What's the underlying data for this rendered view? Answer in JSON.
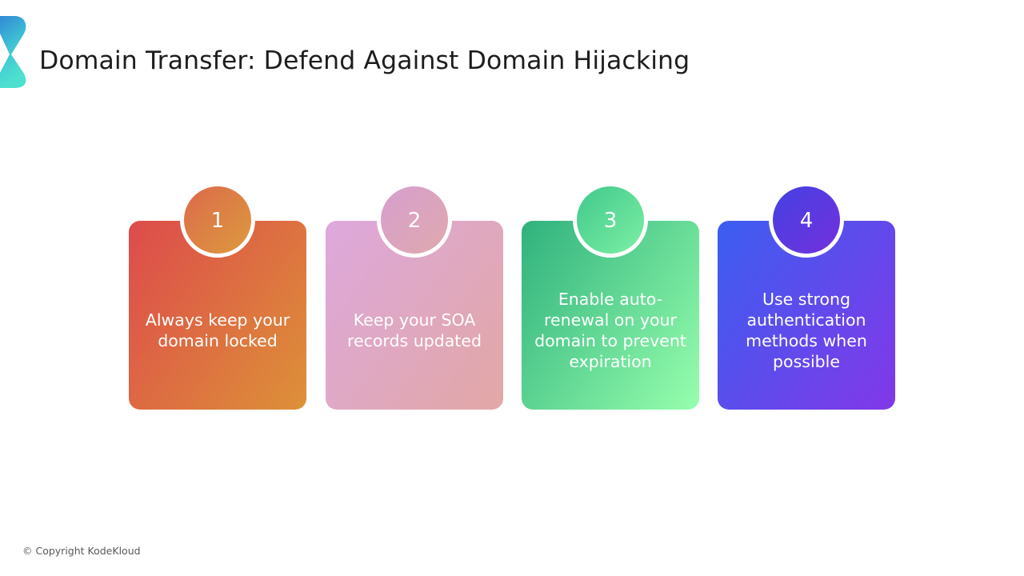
{
  "slide": {
    "title": "Domain Transfer: Defend Against Domain Hijacking",
    "background_color": "#ffffff",
    "title_color": "#1d1d1d"
  },
  "logo": {
    "icon": "chevron-right-icon",
    "gradient_from": "#2f7fd6",
    "gradient_to": "#4ee0cf"
  },
  "cards": [
    {
      "number": "1",
      "text": "Always keep your domain locked",
      "gradient_from": "#dd4b4b",
      "gradient_to": "#dd9138",
      "badge_from": "#dc6a4b",
      "badge_to": "#dd9a3e"
    },
    {
      "number": "2",
      "text": "Keep your SOA records updated",
      "gradient_from": "#dda8dd",
      "gradient_to": "#e2a7a4",
      "badge_from": "#d69fcf",
      "badge_to": "#e0a9ad"
    },
    {
      "number": "3",
      "text": "Enable auto-renewal on your domain to prevent expiration",
      "gradient_from": "#2fb17d",
      "gradient_to": "#97ffad",
      "badge_from": "#41c88c",
      "badge_to": "#7cf0a4"
    },
    {
      "number": "4",
      "text": "Use strong authentication methods when possible",
      "gradient_from": "#3b5ef0",
      "gradient_to": "#8238e8",
      "badge_from": "#4441e2",
      "badge_to": "#7330dd"
    }
  ],
  "footer": {
    "copyright": "© Copyright KodeKloud"
  }
}
